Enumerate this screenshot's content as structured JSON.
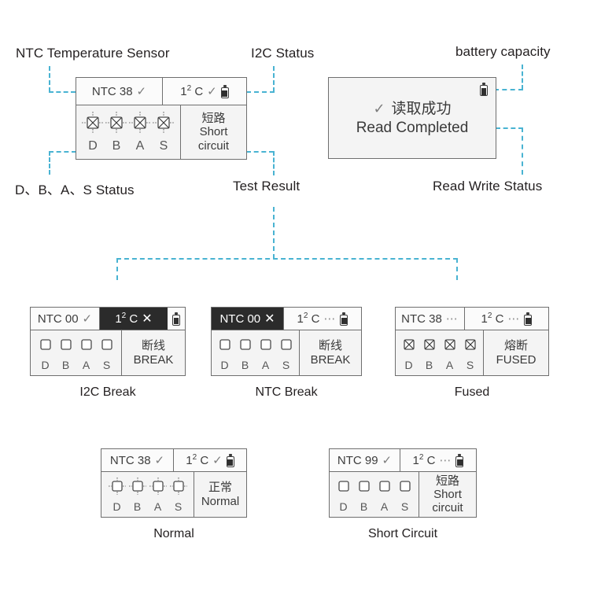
{
  "annotations": {
    "ntc_sensor": "NTC Temperature Sensor",
    "i2c_status": "I2C Status",
    "battery_capacity": "battery capacity",
    "dbas_status": "D、B、A、S Status",
    "test_result": "Test Result",
    "read_write_status": "Read Write Status"
  },
  "main_panel": {
    "ntc_label": "NTC 38",
    "ntc_mark": "✓",
    "i2c_prefix": "1",
    "i2c_sup": "2",
    "i2c_suffix": "C",
    "i2c_mark": "✓",
    "battery": "battery-icon",
    "pins": [
      "D",
      "B",
      "A",
      "S"
    ],
    "pin_state": "x",
    "result_cn": "短路",
    "result_en_line1": "Short",
    "result_en_line2": "circuit"
  },
  "read_panel": {
    "check": "✓",
    "line_cn": "读取成功",
    "line_en": "Read Completed",
    "battery": "battery-icon"
  },
  "variants": [
    {
      "id": "i2c-break",
      "caption": "I2C Break",
      "ntc_label": "NTC 00",
      "ntc_mark": "✓",
      "ntc_inverted": false,
      "i2c_prefix": "1",
      "i2c_sup": "2",
      "i2c_suffix": "C",
      "i2c_mark": "✕",
      "i2c_inverted": true,
      "pins": [
        "D",
        "B",
        "A",
        "S"
      ],
      "pin_state": "empty",
      "result_cn": "断线",
      "result_en_line1": "BREAK",
      "result_en_line2": ""
    },
    {
      "id": "ntc-break",
      "caption": "NTC Break",
      "ntc_label": "NTC 00",
      "ntc_mark": "✕",
      "ntc_inverted": true,
      "i2c_prefix": "1",
      "i2c_sup": "2",
      "i2c_suffix": "C",
      "i2c_mark": "⋯",
      "i2c_inverted": false,
      "pins": [
        "D",
        "B",
        "A",
        "S"
      ],
      "pin_state": "empty",
      "result_cn": "断线",
      "result_en_line1": "BREAK",
      "result_en_line2": ""
    },
    {
      "id": "fused",
      "caption": "Fused",
      "ntc_label": "NTC 38",
      "ntc_mark": "⋯",
      "ntc_inverted": false,
      "i2c_prefix": "1",
      "i2c_sup": "2",
      "i2c_suffix": "C",
      "i2c_mark": "⋯",
      "i2c_inverted": false,
      "pins": [
        "D",
        "B",
        "A",
        "S"
      ],
      "pin_state": "xplain",
      "result_cn": "熔断",
      "result_en_line1": "FUSED",
      "result_en_line2": ""
    },
    {
      "id": "normal",
      "caption": "Normal",
      "ntc_label": "NTC 38",
      "ntc_mark": "✓",
      "ntc_inverted": false,
      "i2c_prefix": "1",
      "i2c_sup": "2",
      "i2c_suffix": "C",
      "i2c_mark": "✓",
      "i2c_inverted": false,
      "pins": [
        "D",
        "B",
        "A",
        "S"
      ],
      "pin_state": "ok",
      "result_cn": "正常",
      "result_en_line1": "Normal",
      "result_en_line2": ""
    },
    {
      "id": "short-circuit",
      "caption": "Short Circuit",
      "ntc_label": "NTC 99",
      "ntc_mark": "✓",
      "ntc_inverted": false,
      "i2c_prefix": "1",
      "i2c_sup": "2",
      "i2c_suffix": "C",
      "i2c_mark": "⋯",
      "i2c_inverted": false,
      "pins": [
        "D",
        "B",
        "A",
        "S"
      ],
      "pin_state": "empty",
      "result_cn": "短路",
      "result_en_line1": "Short",
      "result_en_line2": "circuit"
    }
  ],
  "colors": {
    "connector": "#49b3d2",
    "panel_border": "#6f6f6f",
    "panel_bg": "#f4f4f4",
    "header_bg": "#fbfbfb",
    "inverted_bg": "#2b2b2b",
    "text": "#231f20"
  }
}
